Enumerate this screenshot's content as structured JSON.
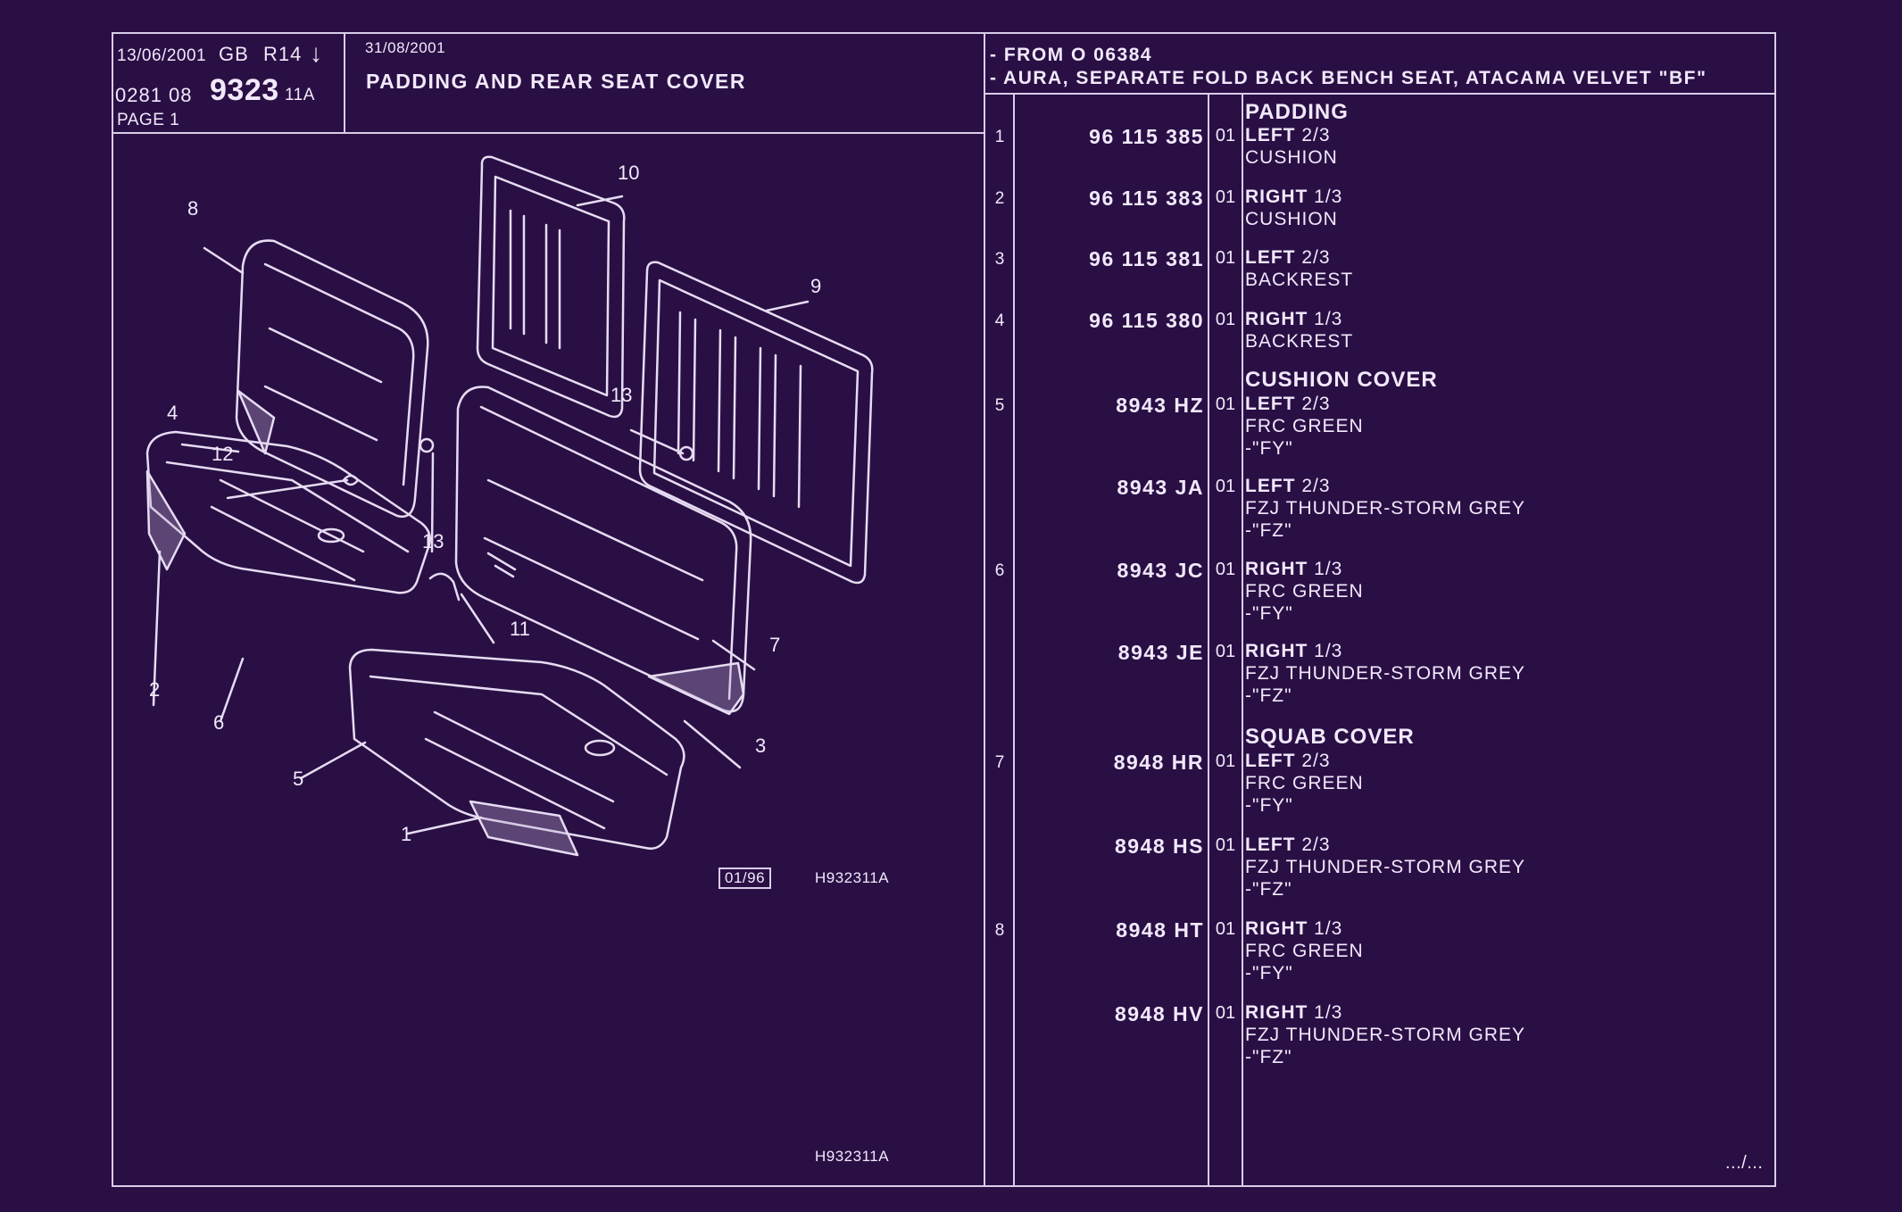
{
  "header": {
    "date1": "13/06/2001",
    "country": "GB",
    "model_code": "R14",
    "arrow": "↓",
    "ref_prefix": "0281 08",
    "plate": "9323",
    "plate_suffix": "11A",
    "page": "PAGE 1",
    "date2": "31/08/2001",
    "title": "PADDING AND REAR SEAT COVER"
  },
  "spec": {
    "line1": "- FROM O   06384",
    "line2": "- AURA, SEPARATE FOLD BACK BENCH SEAT, ATACAMA VELVET \"BF\""
  },
  "sections": {
    "padding": "PADDING",
    "cushion_cover": "CUSHION COVER",
    "squab_cover": "SQUAB COVER"
  },
  "parts": [
    {
      "num": "1",
      "ref": "96 115 385",
      "qty": "01",
      "side": "LEFT",
      "frac": "2/3",
      "l2": "CUSHION",
      "l3": ""
    },
    {
      "num": "2",
      "ref": "96 115 383",
      "qty": "01",
      "side": "RIGHT",
      "frac": "1/3",
      "l2": "CUSHION",
      "l3": ""
    },
    {
      "num": "3",
      "ref": "96 115 381",
      "qty": "01",
      "side": "LEFT",
      "frac": "2/3",
      "l2": "BACKREST",
      "l3": ""
    },
    {
      "num": "4",
      "ref": "96 115 380",
      "qty": "01",
      "side": "RIGHT",
      "frac": "1/3",
      "l2": "BACKREST",
      "l3": ""
    },
    {
      "num": "5",
      "ref": "8943 HZ",
      "qty": "01",
      "side": "LEFT",
      "frac": "2/3",
      "l2": "FRC GREEN",
      "l3": "-\"FY\""
    },
    {
      "num": "",
      "ref": "8943 JA",
      "qty": "01",
      "side": "LEFT",
      "frac": "2/3",
      "l2": "FZJ THUNDER-STORM GREY",
      "l3": "-\"FZ\""
    },
    {
      "num": "6",
      "ref": "8943 JC",
      "qty": "01",
      "side": "RIGHT",
      "frac": "1/3",
      "l2": "FRC GREEN",
      "l3": "-\"FY\""
    },
    {
      "num": "",
      "ref": "8943 JE",
      "qty": "01",
      "side": "RIGHT",
      "frac": "1/3",
      "l2": "FZJ THUNDER-STORM GREY",
      "l3": "-\"FZ\""
    },
    {
      "num": "7",
      "ref": "8948 HR",
      "qty": "01",
      "side": "LEFT",
      "frac": "2/3",
      "l2": "FRC GREEN",
      "l3": "-\"FY\""
    },
    {
      "num": "",
      "ref": "8948 HS",
      "qty": "01",
      "side": "LEFT",
      "frac": "2/3",
      "l2": "FZJ THUNDER-STORM GREY",
      "l3": "-\"FZ\""
    },
    {
      "num": "8",
      "ref": "8948 HT",
      "qty": "01",
      "side": "RIGHT",
      "frac": "1/3",
      "l2": "FRC GREEN",
      "l3": "-\"FY\""
    },
    {
      "num": "",
      "ref": "8948 HV",
      "qty": "01",
      "side": "RIGHT",
      "frac": "1/3",
      "l2": "FZJ THUNDER-STORM GREY",
      "l3": "-\"FZ\""
    }
  ],
  "diagram": {
    "callouts": [
      "1",
      "2",
      "3",
      "4",
      "5",
      "6",
      "7",
      "8",
      "9",
      "10",
      "11",
      "12",
      "13",
      "13"
    ],
    "date_box": "01/96",
    "drawing_code": "H932311A",
    "footer_code": "H932311A",
    "continued": ".../..."
  },
  "colors": {
    "background": "#2a0f45",
    "lines": "#d9cdea",
    "text": "#f1e9fb"
  }
}
